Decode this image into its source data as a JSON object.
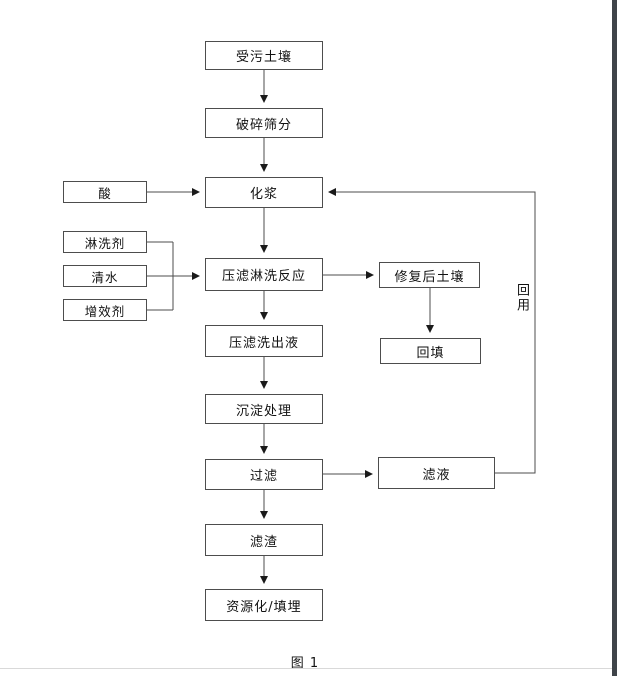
{
  "page": {
    "caption": "图 1",
    "background_color": "#ffffff"
  },
  "window": {
    "right_edge_bar_color": "#3f4449",
    "page_bottom_line_color": "#d9d9d9"
  },
  "flowchart": {
    "line_color": "#4d4d4d",
    "nodes": {
      "contaminated_soil": {
        "label": "受污土壤"
      },
      "crushing_screening": {
        "label": "破碎筛分"
      },
      "slurrying": {
        "label": "化浆"
      },
      "acid": {
        "label": "酸"
      },
      "washing_agent": {
        "label": "淋洗剂"
      },
      "clean_water": {
        "label": "清水"
      },
      "synergist": {
        "label": "增效剂"
      },
      "filter_press_washing_reaction": {
        "label": "压滤淋洗反应"
      },
      "remediated_soil": {
        "label": "修复后土壤"
      },
      "backfill": {
        "label": "回填"
      },
      "filter_press_washout_liquid": {
        "label": "压滤洗出液"
      },
      "precipitation_treatment": {
        "label": "沉淀处理"
      },
      "filtration": {
        "label": "过滤"
      },
      "filtrate": {
        "label": "滤液"
      },
      "filter_residue": {
        "label": "滤渣"
      },
      "resource_or_landfill": {
        "label": "资源化/填埋"
      }
    },
    "edge_labels": {
      "reuse": "回用"
    },
    "edges": [
      {
        "from": "受污土壤",
        "to": "破碎筛分"
      },
      {
        "from": "破碎筛分",
        "to": "化浆"
      },
      {
        "from": "酸",
        "to": "化浆"
      },
      {
        "from": "淋洗剂",
        "to": "压滤淋洗反应"
      },
      {
        "from": "清水",
        "to": "压滤淋洗反应"
      },
      {
        "from": "增效剂",
        "to": "压滤淋洗反应"
      },
      {
        "from": "化浆",
        "to": "压滤淋洗反应"
      },
      {
        "from": "压滤淋洗反应",
        "to": "修复后土壤"
      },
      {
        "from": "修复后土壤",
        "to": "回填"
      },
      {
        "from": "压滤淋洗反应",
        "to": "压滤洗出液"
      },
      {
        "from": "压滤洗出液",
        "to": "沉淀处理"
      },
      {
        "from": "沉淀处理",
        "to": "过滤"
      },
      {
        "from": "过滤",
        "to": "滤液"
      },
      {
        "from": "滤液",
        "to": "化浆",
        "label": "回用"
      },
      {
        "from": "过滤",
        "to": "滤渣"
      },
      {
        "from": "滤渣",
        "to": "资源化/填埋"
      }
    ]
  }
}
